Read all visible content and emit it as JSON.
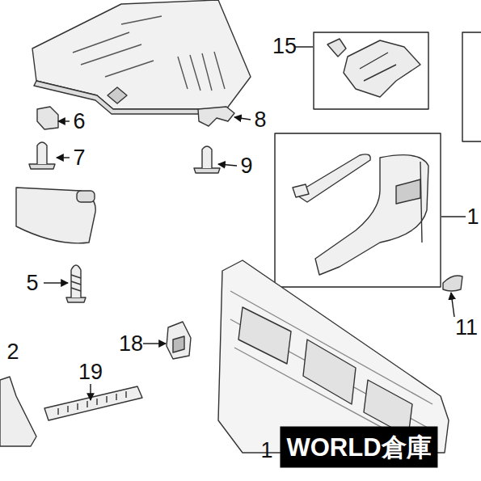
{
  "diagram": {
    "labels": [
      "15",
      "6",
      "8",
      "7",
      "9",
      "1",
      "5",
      "11",
      "2",
      "18",
      "19",
      "1",
      "WORLD倉庫"
    ]
  }
}
